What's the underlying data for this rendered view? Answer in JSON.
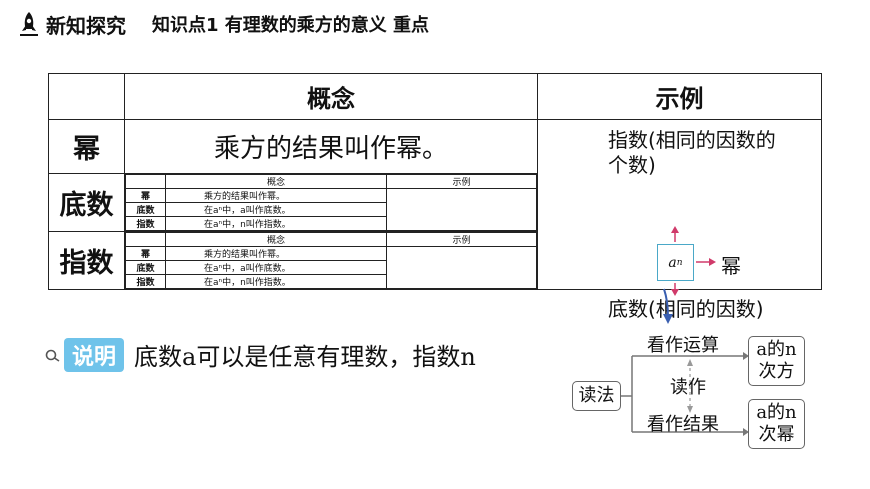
{
  "header": {
    "section": "新知探究",
    "topic": "知识点1  有理数的乘方的意义  重点"
  },
  "table": {
    "col_concept": "概念",
    "col_example": "示例",
    "rows": [
      {
        "label": "幂",
        "concept": "乘方的结果叫作幂。"
      },
      {
        "label": "底数"
      },
      {
        "label": "指数"
      }
    ],
    "thumbnail": {
      "col_concept": "概念",
      "col_example": "示例",
      "rows": [
        {
          "label": "幂",
          "concept": "乘方的结果叫作幂。"
        },
        {
          "label": "底数",
          "concept": "在aⁿ中，a叫作底数。"
        },
        {
          "label": "指数",
          "concept": "在aⁿ中，n叫作指数。"
        }
      ]
    },
    "example": {
      "top_label": "指数(相同的因数的个数)",
      "base_letter": "a",
      "exp_letter": "n",
      "right_label": "幂",
      "bottom_label": "底数(相同的因数)"
    }
  },
  "note": {
    "badge": "说明",
    "text": "底数a可以是任意有理数，指数n"
  },
  "diagram": {
    "read_method": "读法",
    "as_operation": "看作运算",
    "read_as": "读作",
    "as_result": "看作结果",
    "result1": [
      "a的n",
      "次方"
    ],
    "result2": [
      "a的n",
      "次幂"
    ]
  }
}
